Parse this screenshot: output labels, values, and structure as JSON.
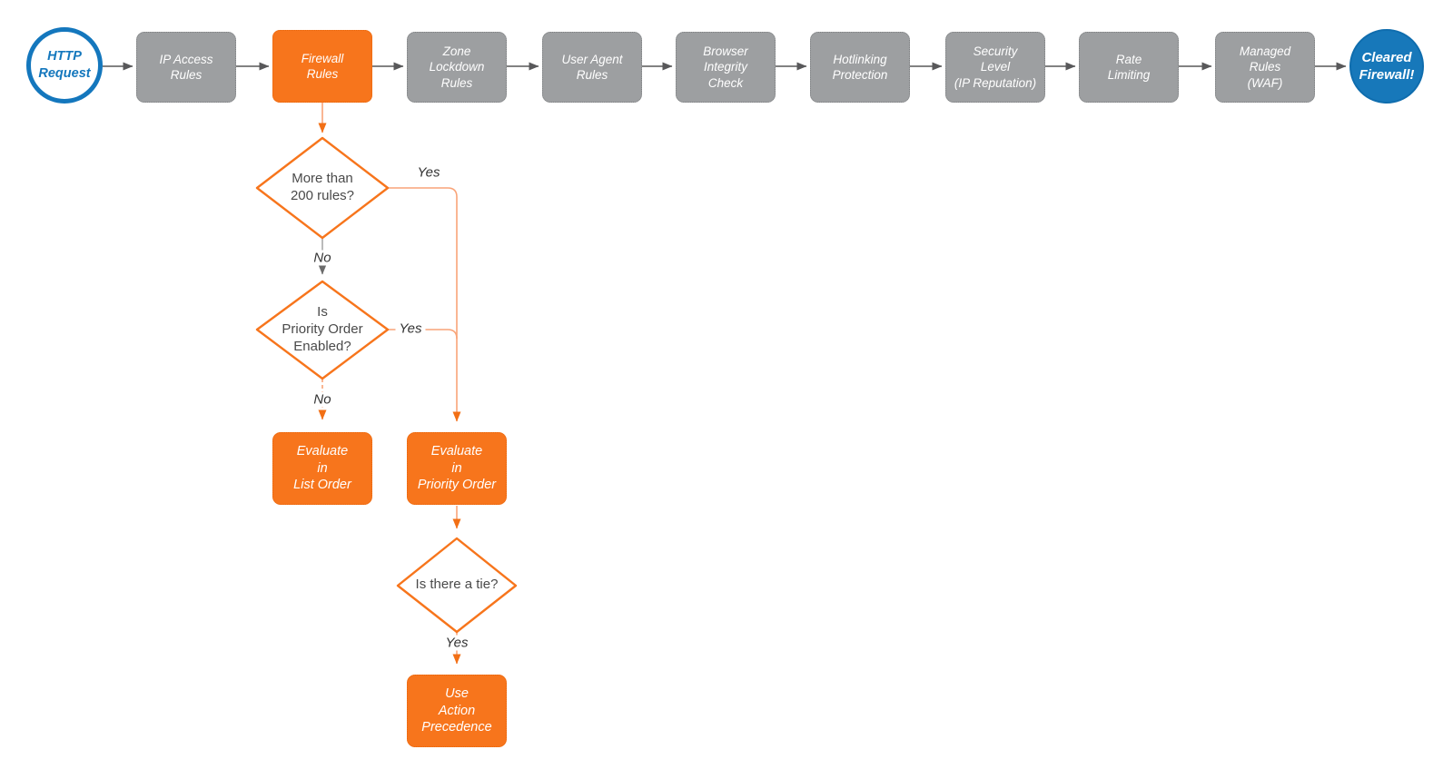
{
  "title": "Cloudflare firewall request evaluation flowchart",
  "colors": {
    "accent_orange": "#f7751c",
    "accent_orange_line": "#f9a478",
    "node_gray": "#9d9fa1",
    "brand_blue": "#1477bd",
    "end_circle_fill": "#1778ba",
    "wire_gray": "#595959",
    "diamond_text": "#4a4a4a"
  },
  "pipeline": {
    "nodes": [
      {
        "id": "http-request",
        "type": "start-circle",
        "label": "HTTP\nRequest"
      },
      {
        "id": "ip-access-rules",
        "type": "step",
        "label": "IP Access\nRules"
      },
      {
        "id": "firewall-rules",
        "type": "step-highlighted",
        "label": "Firewall\nRules"
      },
      {
        "id": "zone-lockdown-rules",
        "type": "step",
        "label": "Zone\nLockdown\nRules"
      },
      {
        "id": "user-agent-rules",
        "type": "step",
        "label": "User Agent\nRules"
      },
      {
        "id": "browser-integrity-check",
        "type": "step",
        "label": "Browser\nIntegrity\nCheck"
      },
      {
        "id": "hotlinking-protection",
        "type": "step",
        "label": "Hotlinking\nProtection"
      },
      {
        "id": "security-level",
        "type": "step",
        "label": "Security\nLevel\n(IP Reputation)"
      },
      {
        "id": "rate-limiting",
        "type": "step",
        "label": "Rate\nLimiting"
      },
      {
        "id": "managed-rules-waf",
        "type": "step",
        "label": "Managed\nRules\n(WAF)"
      },
      {
        "id": "cleared-firewall",
        "type": "end-circle",
        "label": "Cleared\nFirewall!"
      }
    ]
  },
  "decisions": {
    "rule_count": {
      "question": "More than\n200 rules?",
      "yes_label": "Yes",
      "no_label": "No"
    },
    "priority_enabled": {
      "question": "Is\nPriority Order\nEnabled?",
      "yes_label": "Yes",
      "no_label": "No"
    },
    "tie": {
      "question": "Is there a tie?",
      "yes_label": "Yes"
    }
  },
  "actions": {
    "list_order": "Evaluate\nin\nList Order",
    "priority_order": "Evaluate\nin\nPriority Order",
    "action_precedence": "Use\nAction\nPrecedence"
  },
  "edges": [
    {
      "from": "http-request",
      "to": "ip-access-rules"
    },
    {
      "from": "ip-access-rules",
      "to": "firewall-rules"
    },
    {
      "from": "firewall-rules",
      "to": "zone-lockdown-rules"
    },
    {
      "from": "zone-lockdown-rules",
      "to": "user-agent-rules"
    },
    {
      "from": "user-agent-rules",
      "to": "browser-integrity-check"
    },
    {
      "from": "browser-integrity-check",
      "to": "hotlinking-protection"
    },
    {
      "from": "hotlinking-protection",
      "to": "security-level"
    },
    {
      "from": "security-level",
      "to": "rate-limiting"
    },
    {
      "from": "rate-limiting",
      "to": "managed-rules-waf"
    },
    {
      "from": "managed-rules-waf",
      "to": "cleared-firewall"
    },
    {
      "from": "firewall-rules",
      "to": "rule_count"
    },
    {
      "from": "rule_count",
      "to": "priority_order",
      "label": "Yes"
    },
    {
      "from": "rule_count",
      "to": "priority_enabled",
      "label": "No"
    },
    {
      "from": "priority_enabled",
      "to": "priority_order",
      "label": "Yes"
    },
    {
      "from": "priority_enabled",
      "to": "list_order",
      "label": "No"
    },
    {
      "from": "priority_order",
      "to": "tie"
    },
    {
      "from": "tie",
      "to": "action_precedence",
      "label": "Yes"
    }
  ]
}
